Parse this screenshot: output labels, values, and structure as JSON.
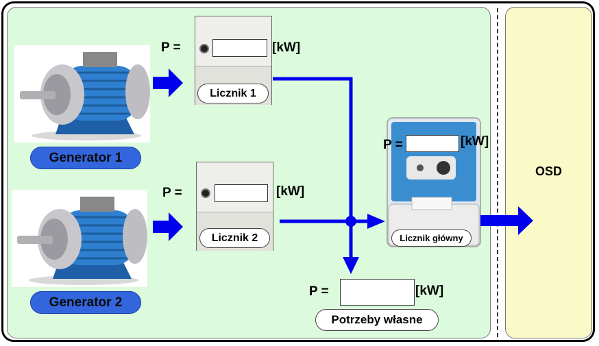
{
  "generators": [
    {
      "label": "Generator 1"
    },
    {
      "label": "Generator 2"
    }
  ],
  "meters": [
    {
      "label": "Licznik 1",
      "power_symbol": "P =",
      "unit": "[kW]"
    },
    {
      "label": "Licznik 2",
      "power_symbol": "P =",
      "unit": "[kW]"
    }
  ],
  "main_meter": {
    "label": "Licznik główny",
    "power_symbol": "P =",
    "unit": "[kW]"
  },
  "own_needs": {
    "label": "Potrzeby własne",
    "power_symbol": "P =",
    "unit": "[kW]"
  },
  "grid": {
    "label": "OSD"
  },
  "colors": {
    "flow_arrow": "#0000ee",
    "plant_area": "#dcfadc",
    "grid_area": "#fafac8",
    "generator_label": "#3366dd",
    "motor_body": "#2f7fd0"
  }
}
